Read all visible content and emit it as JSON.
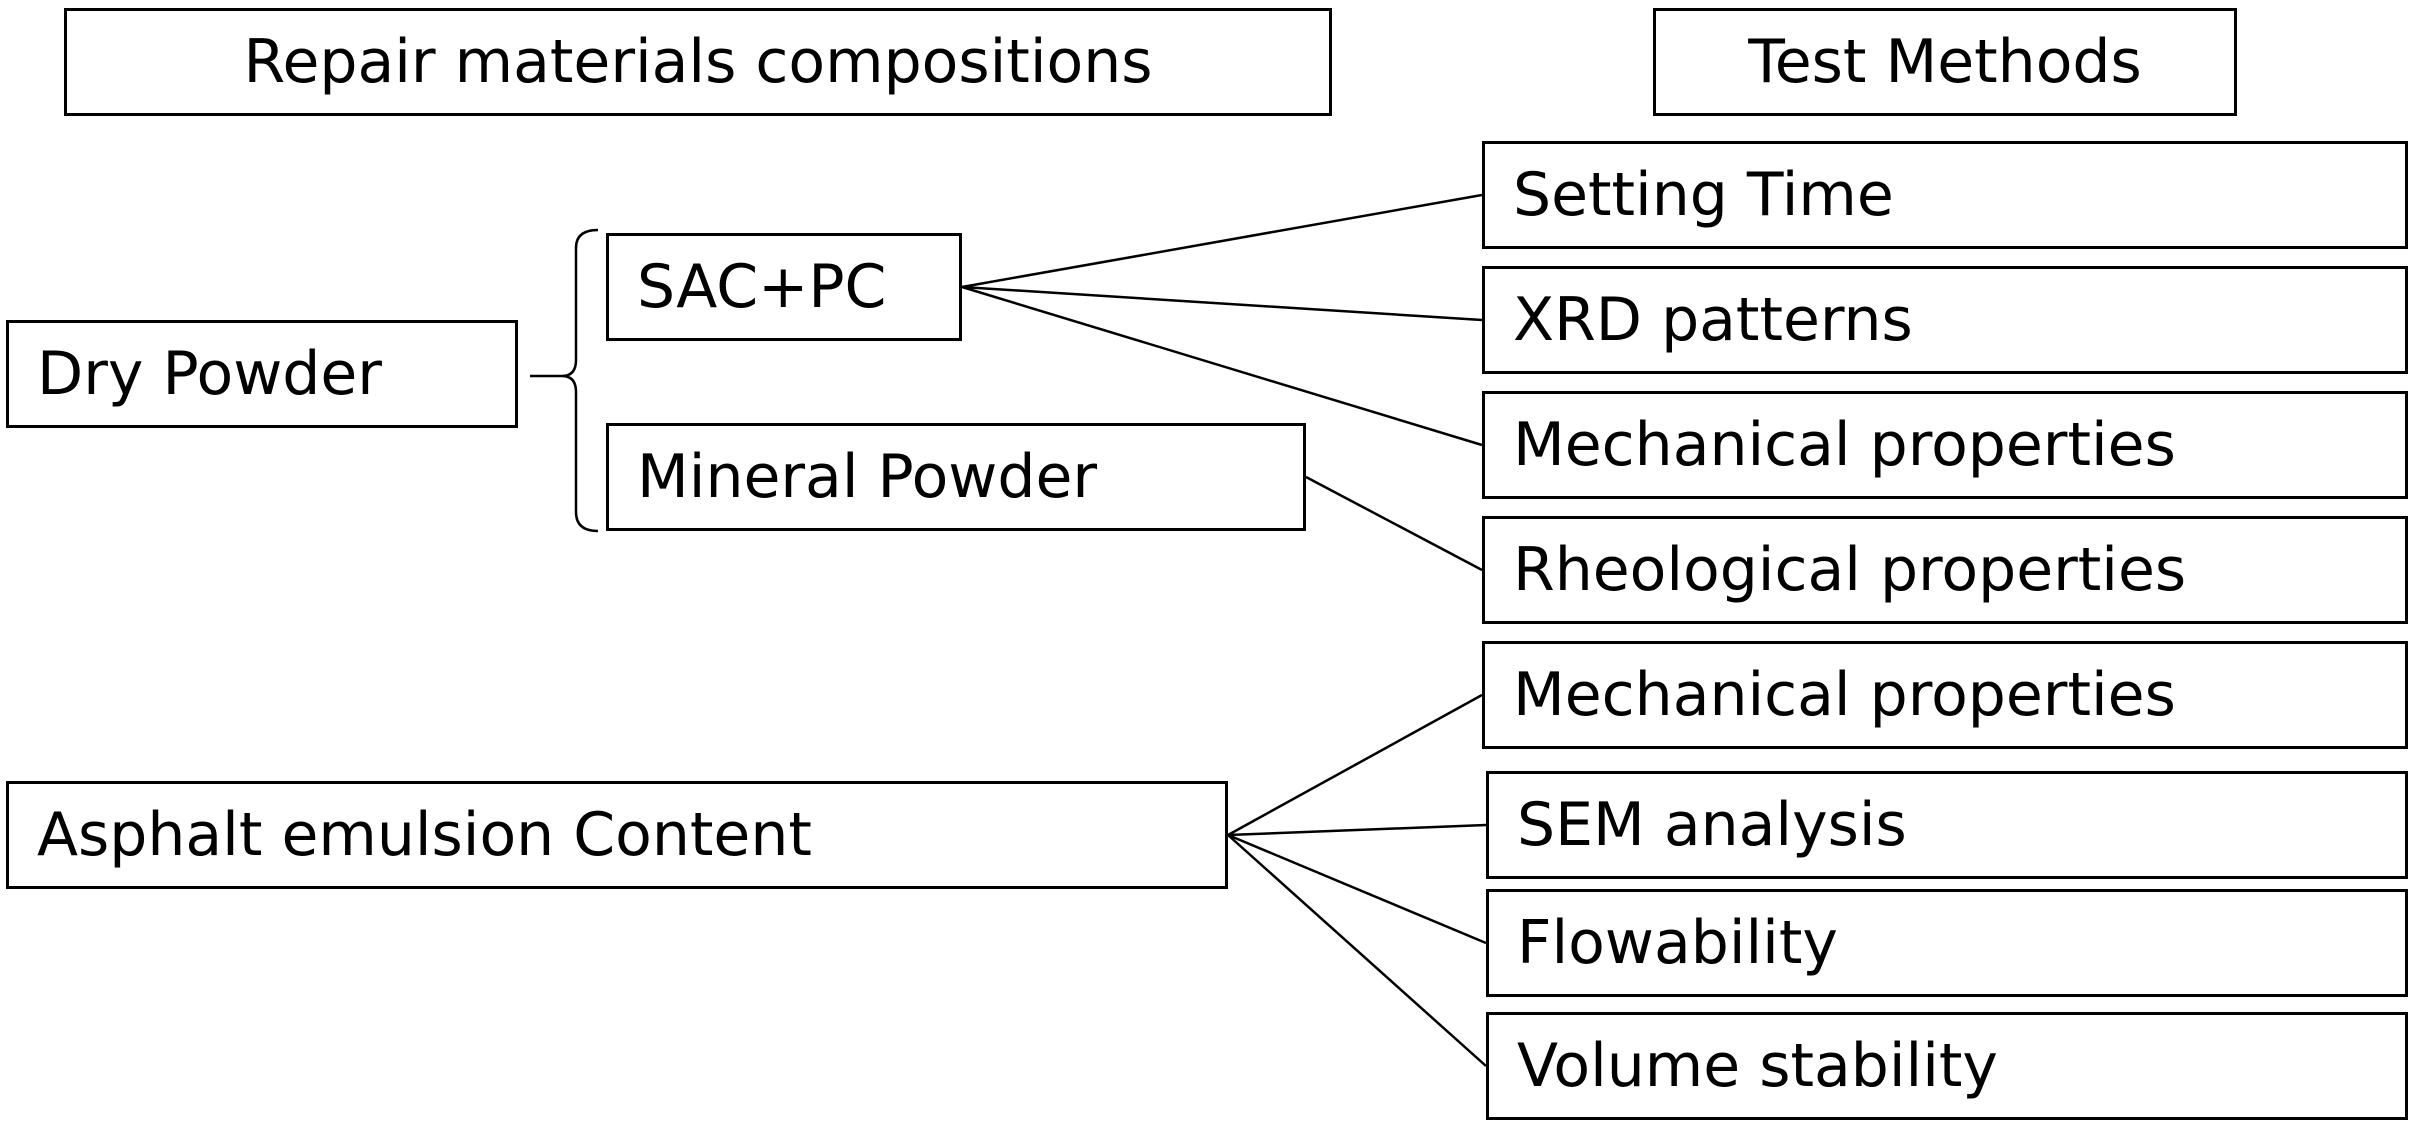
{
  "headers": {
    "compositions": "Repair materials compositions",
    "methods": "Test Methods"
  },
  "compositions": {
    "dry_powder": "Dry Powder",
    "sac_pc": "SAC+PC",
    "mineral_powder": "Mineral Powder",
    "asphalt": "Asphalt emulsion Content"
  },
  "methods": {
    "setting_time": "Setting Time",
    "xrd": "XRD patterns",
    "mechanical_1": "Mechanical properties",
    "rheological": "Rheological properties",
    "mechanical_2": "Mechanical properties",
    "sem": "SEM analysis",
    "flowability": "Flowability",
    "volume_stability": "Volume stability"
  },
  "colors": {
    "line": "#000000",
    "background": "#ffffff"
  }
}
